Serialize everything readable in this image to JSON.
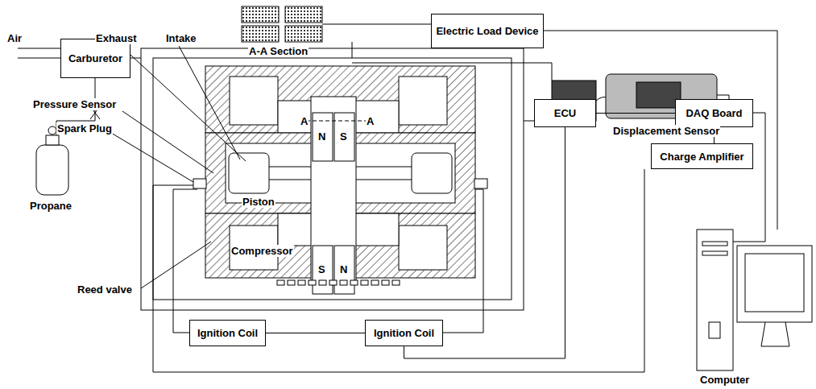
{
  "diagram": {
    "nodes": [
      {
        "text": [
          "Electric Load Device"
        ]
      },
      {
        "text": [
          "Carburetor"
        ]
      },
      {
        "text": [
          "ECU"
        ]
      },
      {
        "text": [
          "DAQ Board"
        ]
      },
      {
        "text": [
          "Charge Amplifier"
        ]
      },
      {
        "text": [
          "Ignition Coil"
        ]
      },
      {
        "text": [
          "Ignition Coil"
        ]
      }
    ],
    "edges": [
      {
        "from": 2,
        "to": 3,
        "arrow": "none"
      },
      {
        "from": 4,
        "to": 3,
        "arrow": "none"
      },
      {
        "from": 5,
        "to": 6,
        "arrow": "none"
      },
      {
        "from": 2,
        "to": 6,
        "arrow": "none"
      }
    ],
    "labels": [
      "A-A Section",
      "Displacement Sensor",
      "Exhaust",
      "Intake",
      "Pressure Sensor",
      "Spark Plug",
      "Air",
      "Piston",
      "Compressor",
      "Reed valve",
      "Propane",
      "Computer",
      "N",
      "S",
      "S",
      "N",
      "A",
      "A"
    ]
  }
}
